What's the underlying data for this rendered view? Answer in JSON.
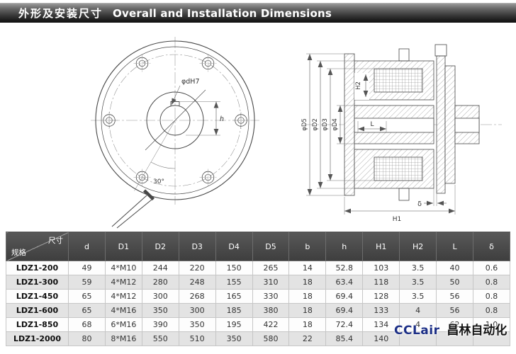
{
  "header": {
    "title_cn": "外形及安装尺寸",
    "title_en": "Overall and Installation Dimensions"
  },
  "drawings": {
    "front_view": {
      "bore_label": "φdH7",
      "bore_height_label": "h",
      "angle_label": "30°"
    },
    "section_view": {
      "d5": "φD5",
      "d2": "φD2",
      "d3": "φD3",
      "d4": "φD4",
      "h2": "H2",
      "l": "L",
      "delta": "δ",
      "h1": "H1"
    }
  },
  "table": {
    "corner_top": "尺寸",
    "corner_bottom": "规格",
    "columns": [
      "d",
      "D1",
      "D2",
      "D3",
      "D4",
      "D5",
      "b",
      "h",
      "H1",
      "H2",
      "L",
      "δ"
    ],
    "rows": [
      {
        "model": "LDZ1-200",
        "values": [
          "49",
          "4*M10",
          "244",
          "220",
          "150",
          "265",
          "14",
          "52.8",
          "103",
          "3.5",
          "40",
          "0.6"
        ]
      },
      {
        "model": "LDZ1-300",
        "values": [
          "59",
          "4*M12",
          "280",
          "248",
          "155",
          "310",
          "18",
          "63.4",
          "118",
          "3.5",
          "50",
          "0.8"
        ]
      },
      {
        "model": "LDZ1-450",
        "values": [
          "65",
          "4*M12",
          "300",
          "268",
          "165",
          "330",
          "18",
          "69.4",
          "128",
          "3.5",
          "56",
          "0.8"
        ]
      },
      {
        "model": "LDZ1-600",
        "values": [
          "65",
          "4*M16",
          "350",
          "300",
          "185",
          "380",
          "18",
          "69.4",
          "133",
          "4",
          "56",
          "0.8"
        ]
      },
      {
        "model": "LDZ1-850",
        "values": [
          "68",
          "6*M16",
          "390",
          "350",
          "195",
          "422",
          "18",
          "72.4",
          "134",
          "4",
          "62",
          "1.0"
        ]
      },
      {
        "model": "LDZ1-2000",
        "values": [
          "80",
          "8*M16",
          "550",
          "510",
          "350",
          "580",
          "22",
          "85.4",
          "140",
          "",
          "",
          ""
        ]
      }
    ]
  },
  "watermark": {
    "latin": "CCLair",
    "cjk": "昌林自动化",
    "latin_color": "#1c2f86",
    "cjk_color": "#141414"
  },
  "colors": {
    "title_bar_bg": "#2f2f2f",
    "table_header_bg": "#474747",
    "row_alt_bg": "#e3e3e3"
  }
}
